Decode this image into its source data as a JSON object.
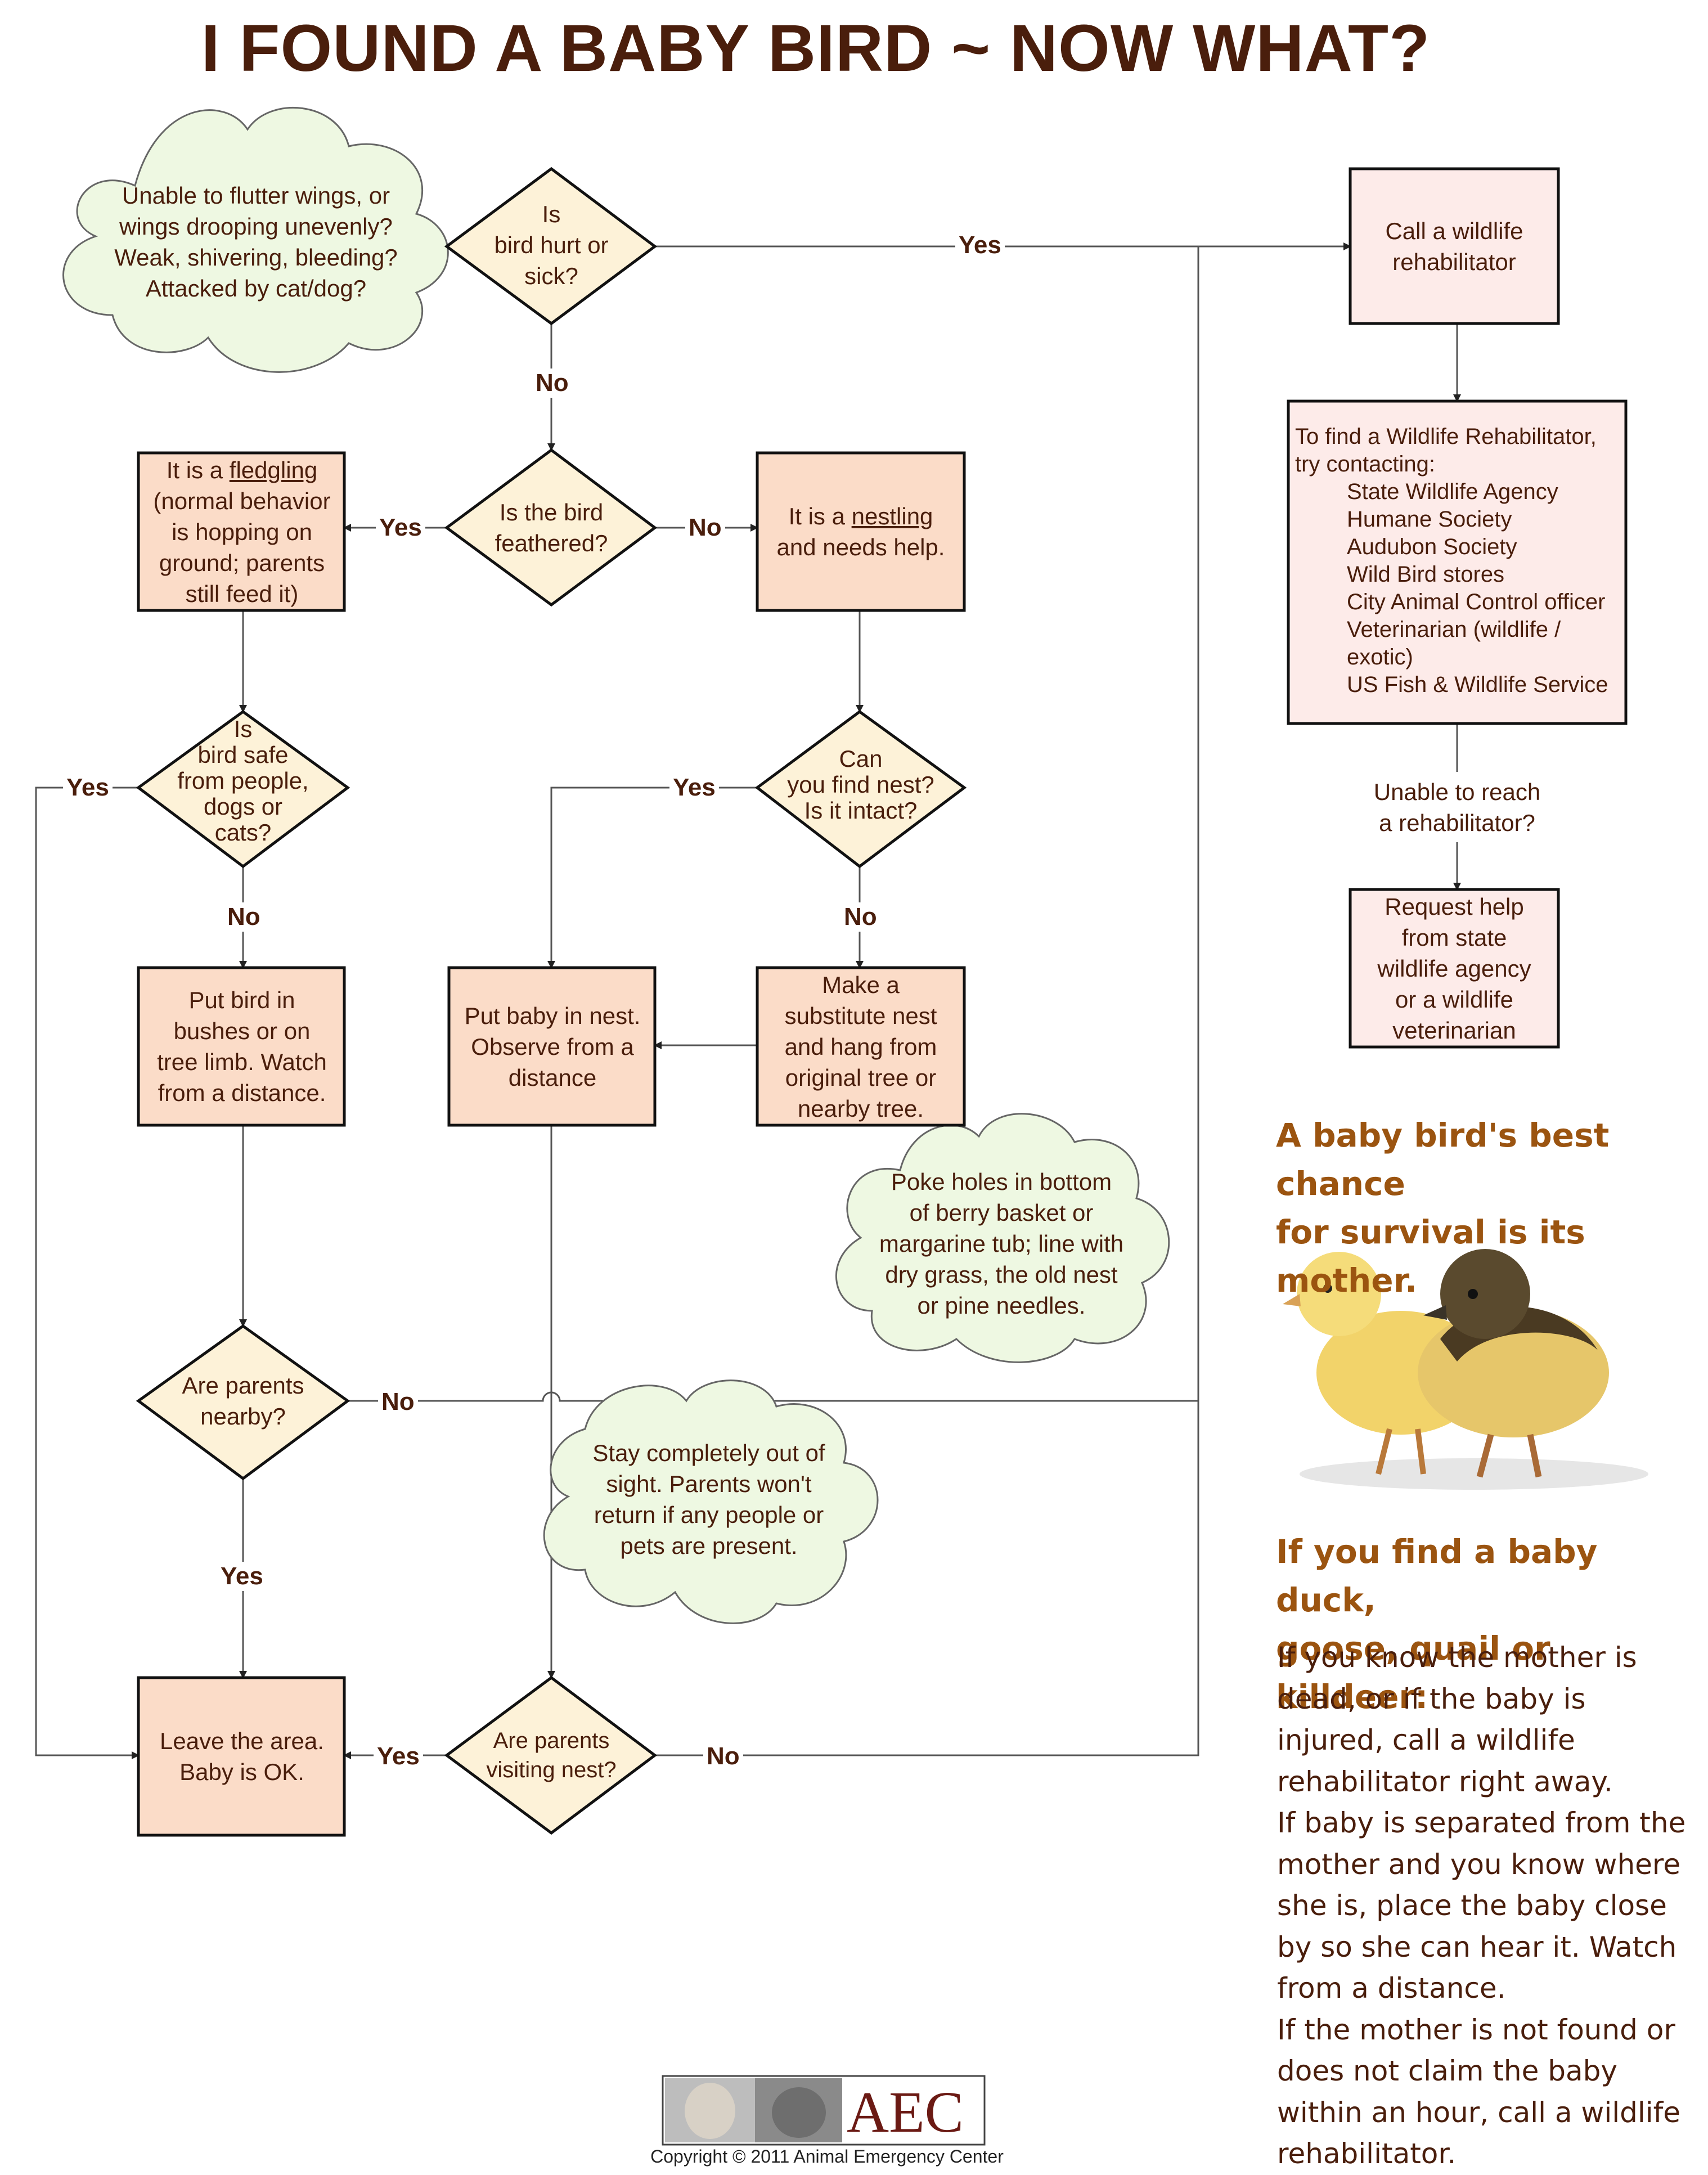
{
  "title": "I FOUND A BABY BIRD ~ NOW WHAT?",
  "nodes": {
    "q_hurt": [
      "Is",
      "bird hurt or",
      "sick?"
    ],
    "cloud_symptoms": [
      "Unable to flutter wings, or",
      "wings drooping unevenly?",
      "Weak, shivering, bleeding?",
      "Attacked by cat/dog?"
    ],
    "call_rehab": [
      "Call a wildlife",
      "rehabilitator"
    ],
    "rehab_head": [
      "To find a Wildlife Rehabilitator,",
      "try contacting:"
    ],
    "rehab_items": [
      "State Wildlife Agency",
      "Humane Society",
      "Audubon Society",
      "Wild Bird stores",
      "City Animal Control officer",
      "Veterinarian (wildlife /",
      "exotic)",
      "US Fish & Wildlife Service"
    ],
    "unable_reach": [
      "Unable to reach",
      "a rehabilitator?"
    ],
    "request_help": [
      "Request help",
      "from state",
      "wildlife agency",
      "or a wildlife",
      "veterinarian"
    ],
    "q_feathered": [
      "Is the bird",
      "feathered?"
    ],
    "fledgling": {
      "pre": "It is a ",
      "word": "fledgling",
      "rest": [
        "(normal behavior",
        "is hopping on",
        "ground; parents",
        "still feed it)"
      ]
    },
    "nestling": {
      "pre": "It is a ",
      "word": "nestling",
      "rest": [
        "and needs help."
      ]
    },
    "q_safe": [
      "Is",
      "bird safe",
      "from people,",
      "dogs or",
      "cats?"
    ],
    "q_nest": [
      "Can",
      "you find nest?",
      "Is it intact?"
    ],
    "put_bushes": [
      "Put bird in",
      "bushes or on",
      "tree limb. Watch",
      "from a distance."
    ],
    "put_nest": [
      "Put baby in nest.",
      "Observe from a",
      "distance"
    ],
    "substitute": [
      "Make a",
      "substitute nest",
      "and hang from",
      "original tree or",
      "nearby tree."
    ],
    "cloud_basket": [
      "Poke holes in bottom",
      "of berry basket or",
      "margarine tub; line with",
      "dry grass, the old nest",
      "or pine needles."
    ],
    "q_parents_nearby": [
      "Are parents",
      "nearby?"
    ],
    "cloud_sight": [
      "Stay completely out of",
      "sight. Parents won't",
      "return if any people or",
      "pets are present."
    ],
    "leave_area": [
      "Leave the area.",
      "Baby is OK."
    ],
    "q_visiting": [
      "Are parents",
      "visiting nest?"
    ]
  },
  "labels": {
    "yes": "Yes",
    "no": "No"
  },
  "sidebar": {
    "headline": [
      "A baby bird's best chance",
      "for survival is its mother."
    ],
    "duck_heading": [
      "If you find a baby duck,",
      "goose, quail or killdeer:"
    ],
    "paragraphs": [
      "If you know the mother is dead, or if the baby is injured, call a wildlife rehabilitator right away.",
      "If baby is separated from the mother and you know where she is, place the baby close by so she can hear it. Watch from a distance.",
      "If the mother is not found or does not claim the baby within an hour, call a wildlife rehabilitator."
    ]
  },
  "footer": {
    "logo": "AEC",
    "copyright": "Copyright © 2011 Animal Emergency Center"
  },
  "colors": {
    "box_fill": "#fbdcc8",
    "box_fill_light": "#fdebe9",
    "diamond_fill": "#fdf2d8",
    "cloud_fill": "#eef8e2",
    "stroke": "#000000",
    "text": "#4a1e0c",
    "accent": "#9b5410"
  }
}
